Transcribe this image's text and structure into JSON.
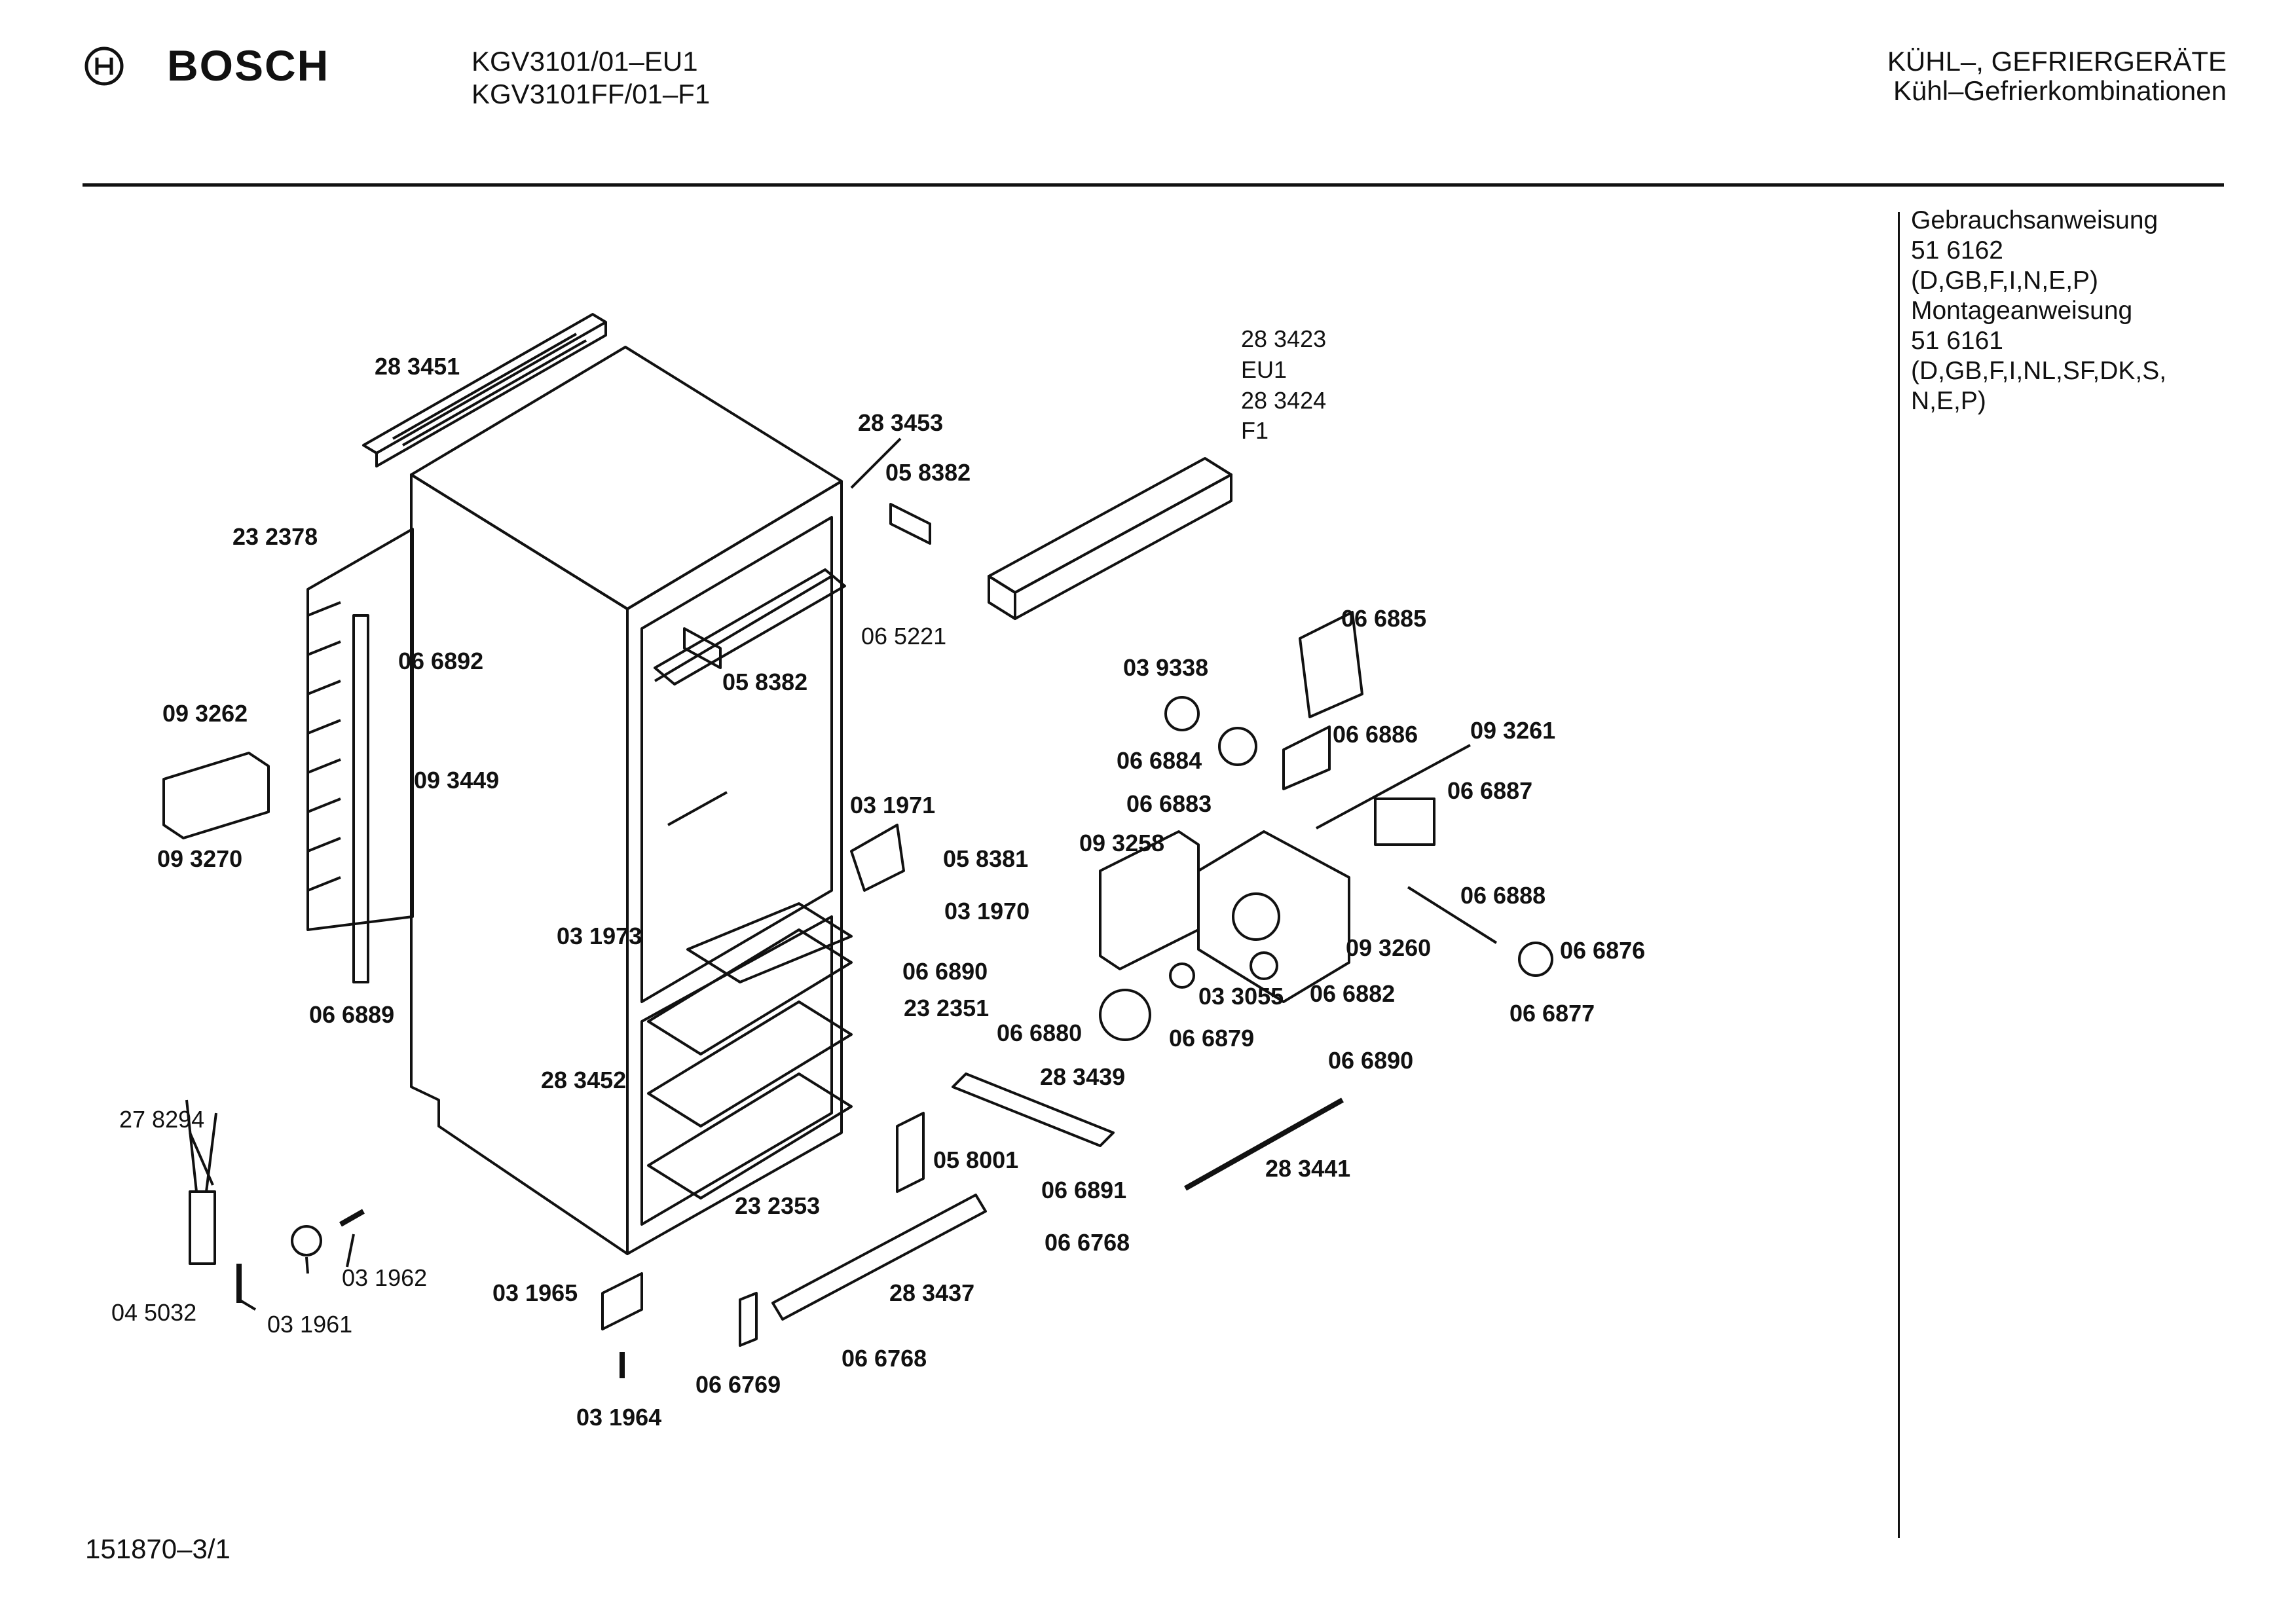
{
  "header": {
    "brand": "BOSCH",
    "model_lines": [
      "KGV3101/01–EU1",
      "KGV3101FF/01–F1"
    ],
    "category_lines": [
      "KÜHL–, GEFRIERGERÄTE",
      "Kühl–Gefrierkombinationen"
    ]
  },
  "notes": {
    "lines": [
      "Gebrauchsanweisung",
      "51 6162",
      "(D,GB,F,I,N,E,P)",
      "Montageanweisung",
      "51 6161",
      "(D,GB,F,I,NL,SF,DK,S,",
      "N,E,P)"
    ]
  },
  "diagram": {
    "part_labels": [
      "28 3451",
      "23 2378",
      "28 3453",
      "05 8382",
      "06 5221",
      "05 8382",
      "28 3423",
      "EU1",
      "28 3424",
      "F1",
      "06 6892",
      "09 3262",
      "09 3449",
      "09 3270",
      "06 6885",
      "03 9338",
      "06 6886",
      "09 3261",
      "06 6884",
      "06 6883",
      "06 6887",
      "09 3258",
      "06 6888",
      "09 3260",
      "06 6876",
      "06 6877",
      "03 1971",
      "05 8381",
      "03 1970",
      "03 1973",
      "06 6890",
      "23 2351",
      "06 6880",
      "06 6879",
      "03 3055",
      "06 6882",
      "06 6890",
      "06 6889",
      "28 3452",
      "28 3439",
      "05 8001",
      "06 6891",
      "28 3441",
      "27 8294",
      "23 2353",
      "06 6768",
      "03 1962",
      "04 5032",
      "03 1961",
      "03 1965",
      "28 3437",
      "06 6768",
      "06 6769",
      "03 1964"
    ]
  },
  "footer": {
    "drawing_number": "151870–3/1"
  }
}
